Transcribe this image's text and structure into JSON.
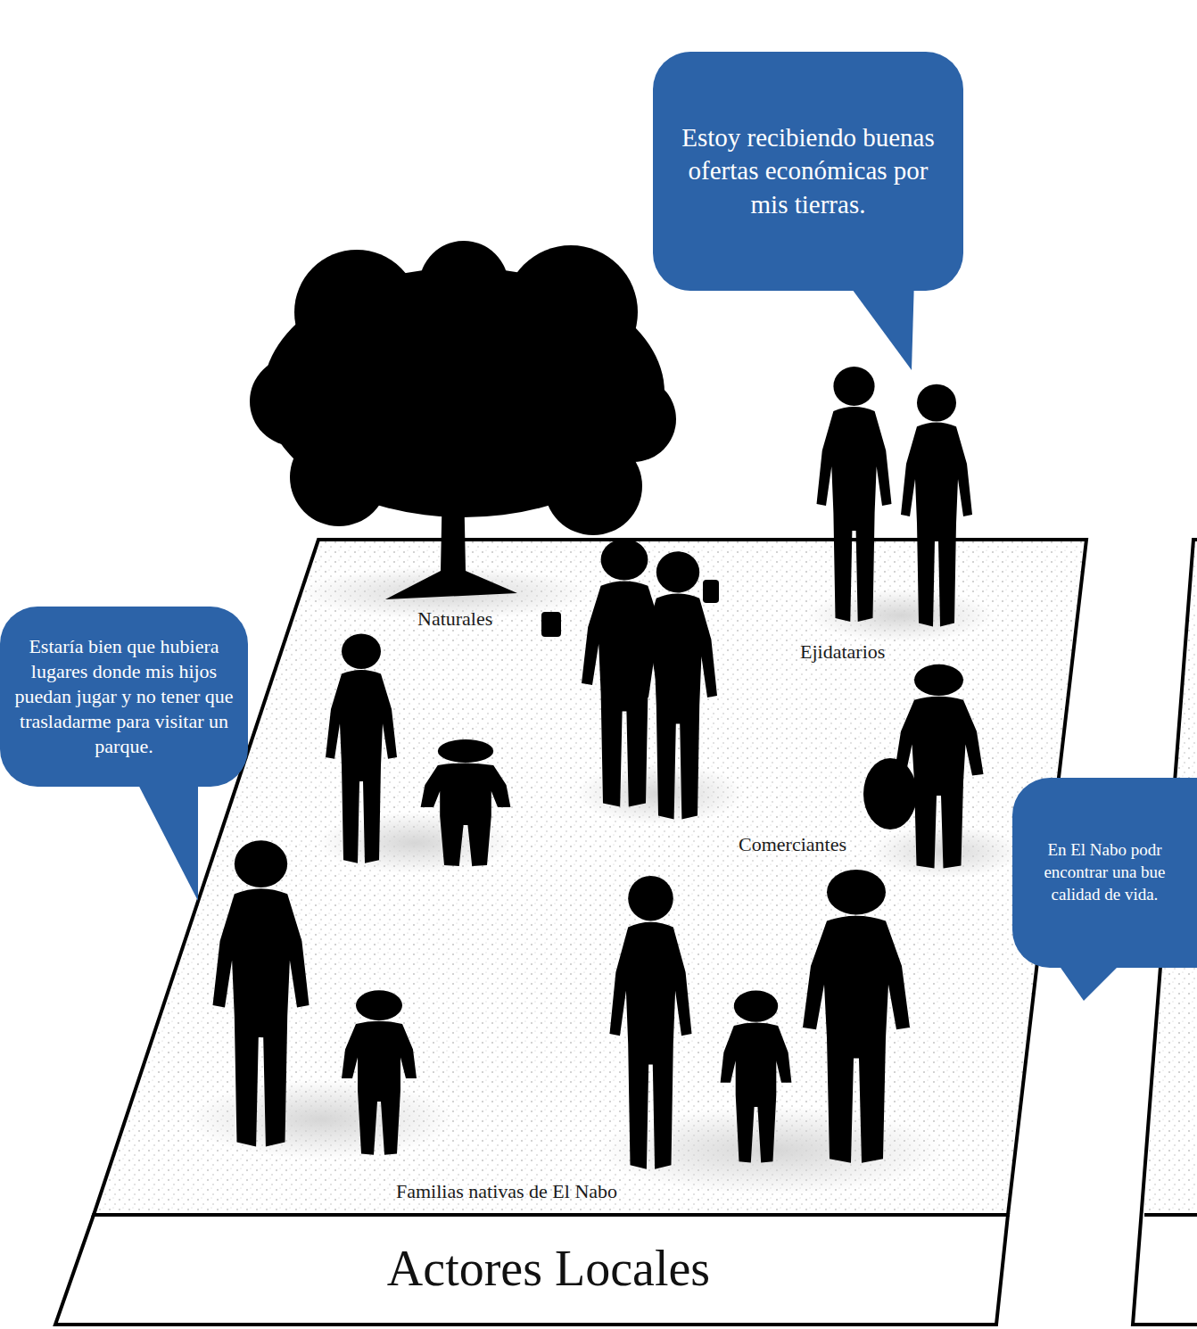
{
  "diagram": {
    "nodes": [
      {
        "text": [
          "Estoy recibiendo buenas ofertas económicas por mis tierras."
        ]
      },
      {
        "text": [
          "Estaría bien que hubiera lugares donde mis hijos puedan jugar y no tener que trasladarme para visitar un parque."
        ]
      },
      {
        "text": [
          "En El Nabo podr encontrar una bue calidad de vida."
        ]
      },
      {
        "text": [
          "Actores Locales"
        ]
      }
    ],
    "labels": [
      "Naturales",
      "Ejidatarios",
      "Comerciantes",
      "Familias nativas de El Nabo"
    ]
  }
}
